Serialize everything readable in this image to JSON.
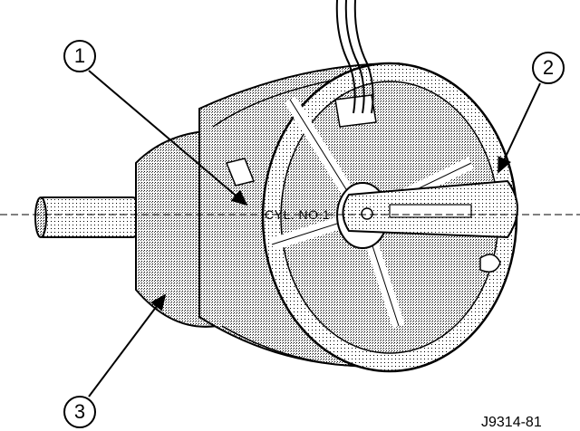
{
  "callouts": [
    "1",
    "2",
    "3"
  ],
  "cylinder_label": "CYL. NO.1",
  "figure_id": "J9314-81"
}
